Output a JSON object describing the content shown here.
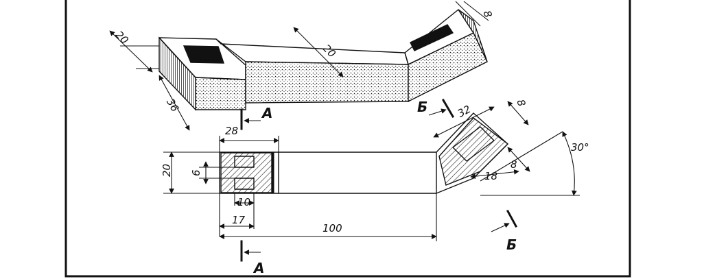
{
  "drawing": {
    "iso_dims": {
      "left_width": "20",
      "mid_width": "20",
      "depth": "36",
      "slot_width": "8"
    },
    "front_dims": {
      "top_len": "28",
      "height": "20",
      "slot_h": "6",
      "inner_w": "10",
      "offset": "17",
      "total_len": "100"
    },
    "section_dims": {
      "len": "32",
      "top": "8",
      "side": "8",
      "base": "18",
      "angle": "30°"
    },
    "section_marks": {
      "a": "A",
      "b": "Б"
    }
  }
}
